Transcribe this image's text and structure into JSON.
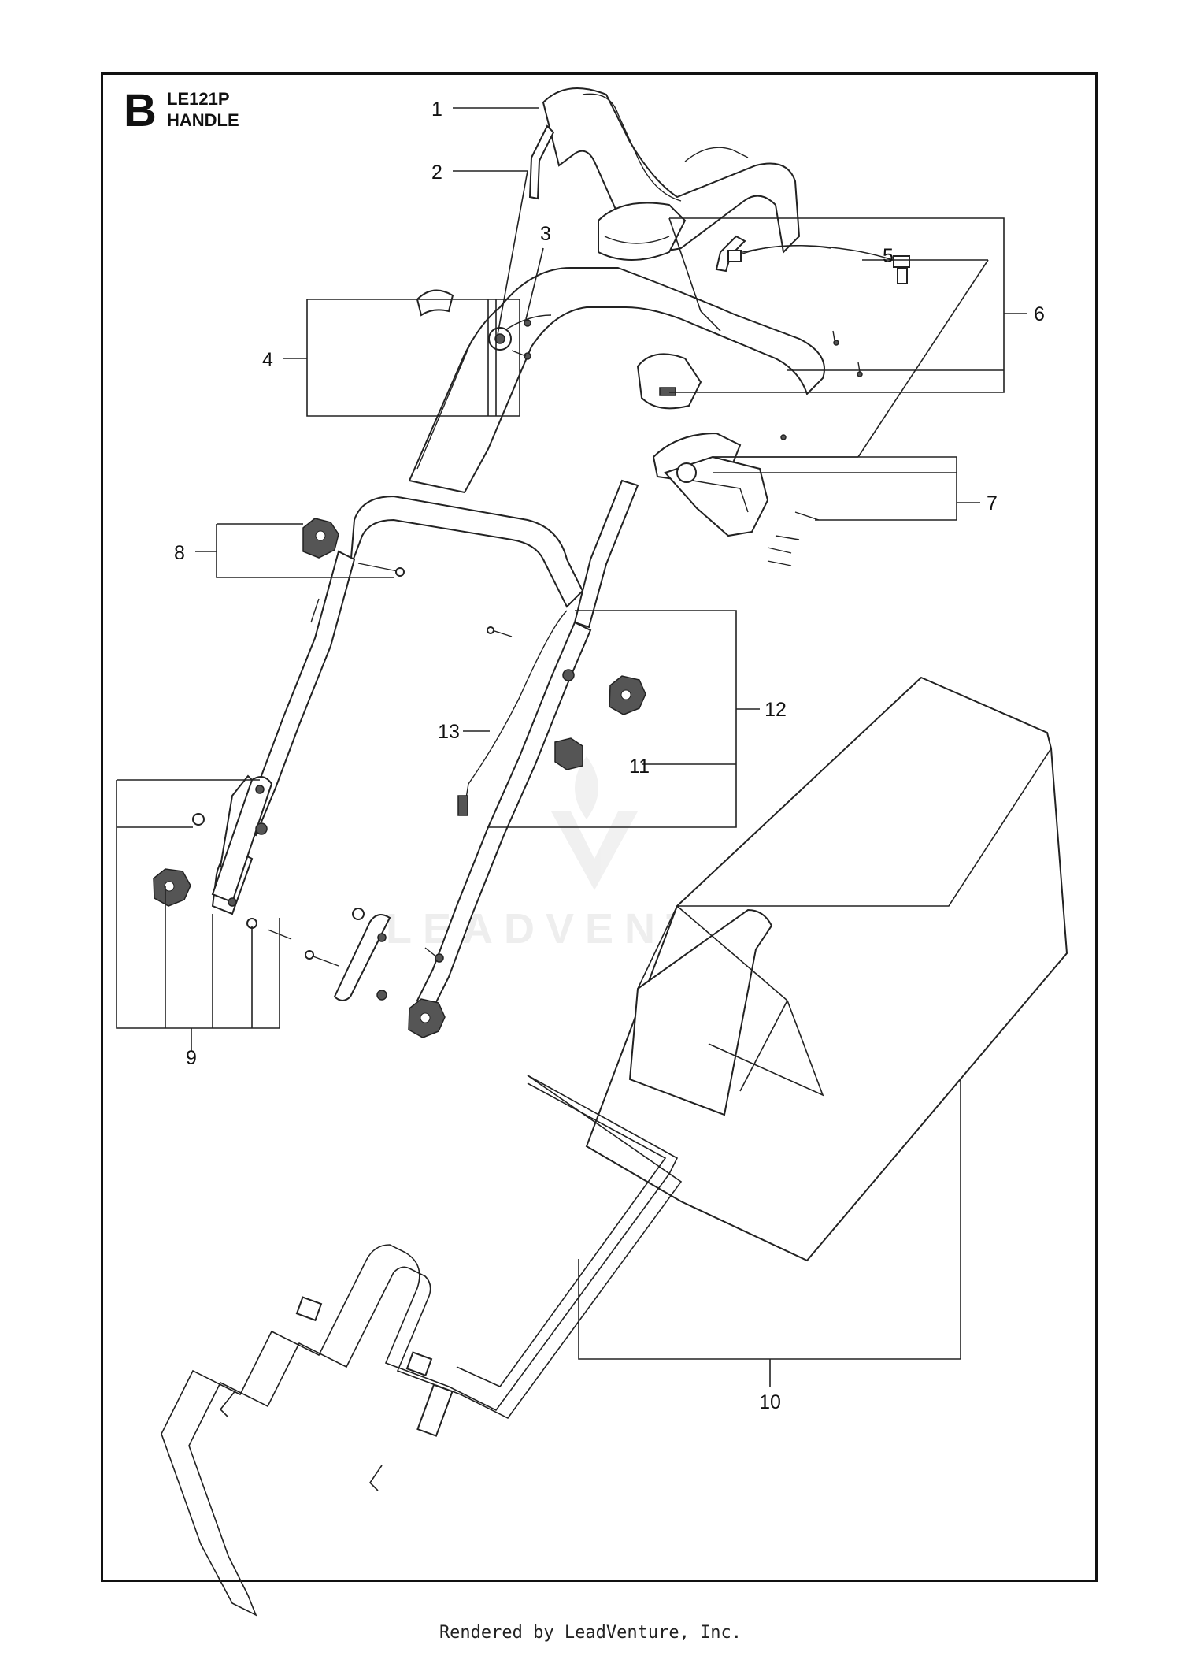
{
  "header": {
    "section_letter": "B",
    "model": "LE121P",
    "title": "HANDLE"
  },
  "callouts": [
    "1",
    "2",
    "3",
    "4",
    "5",
    "6",
    "7",
    "8",
    "9",
    "10",
    "11",
    "12",
    "13"
  ],
  "watermark": "LEADVENTURE",
  "footer": "Rendered by LeadVenture, Inc."
}
